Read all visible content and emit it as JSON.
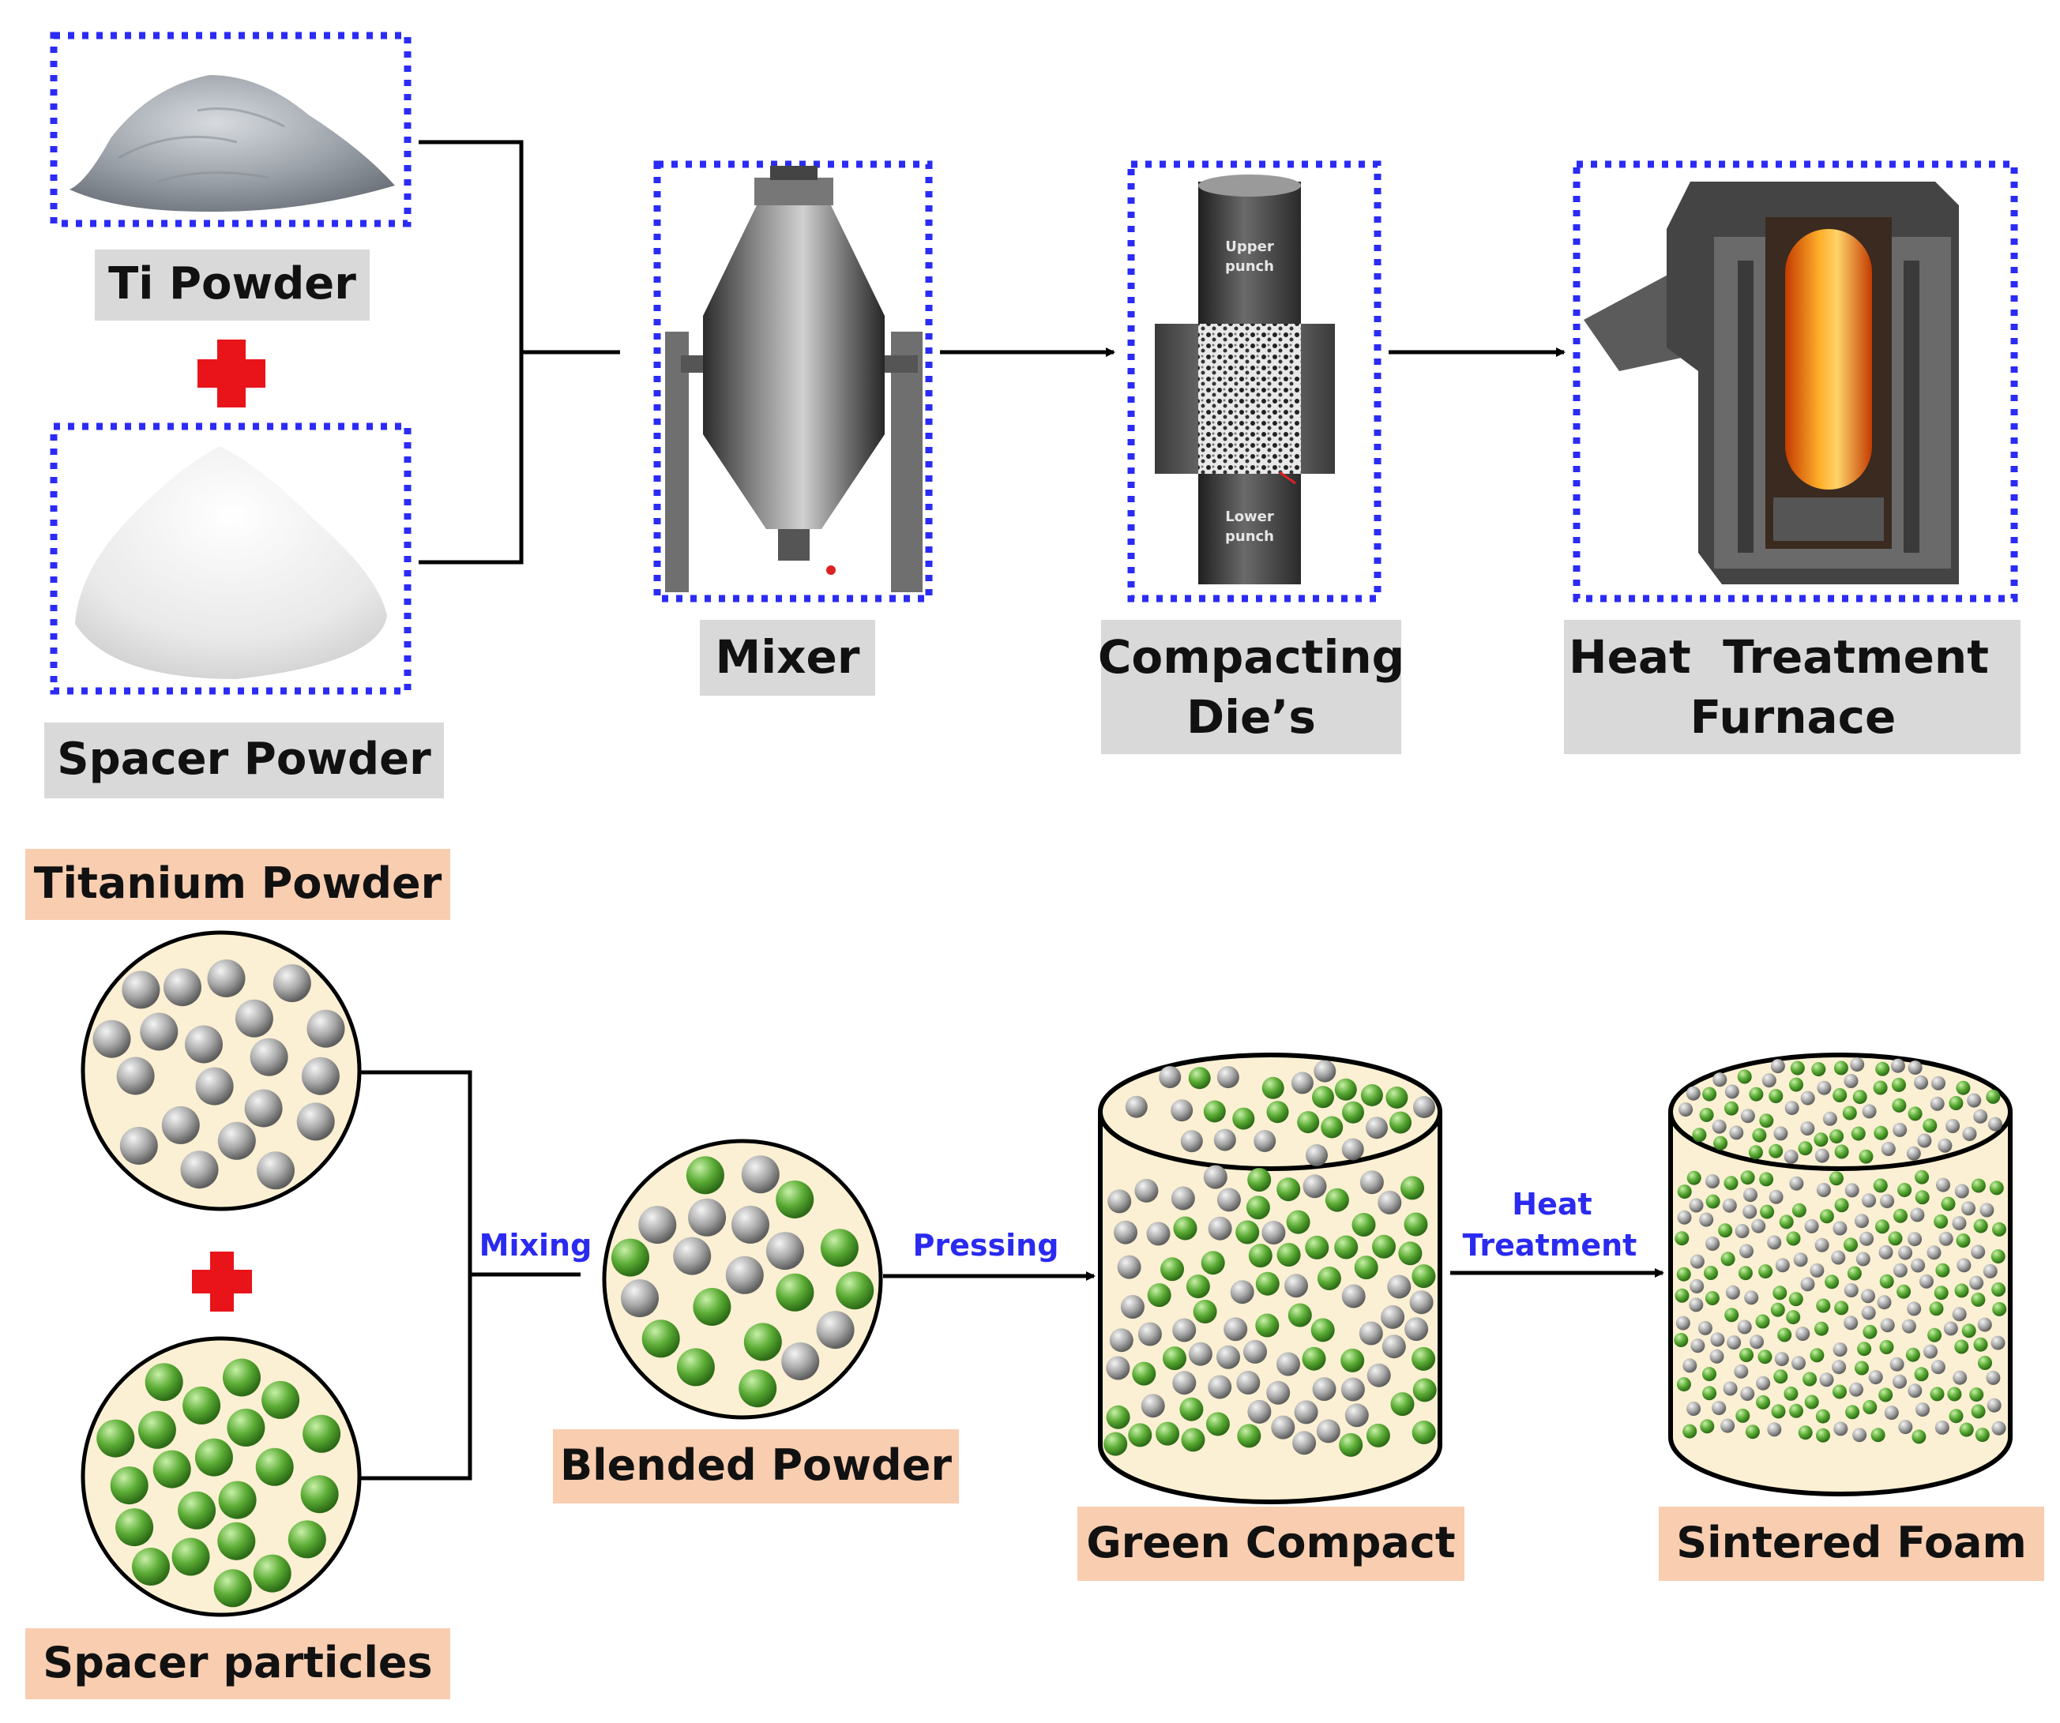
{
  "top_row": {
    "ti_powder_label": "Ti Powder",
    "spacer_powder_label": "Spacer Powder",
    "mixer_label": "Mixer",
    "compacting_label_line1": "Compacting",
    "compacting_label_line2": "Die’s",
    "upper_punch_line1": "Upper",
    "upper_punch_line2": "punch",
    "lower_punch_line1": "Lower",
    "lower_punch_line2": "punch",
    "furnace_label_line1": "Heat  Treatment",
    "furnace_label_line2": "Furnace"
  },
  "bottom_row": {
    "titanium_powder_label": "Titanium Powder",
    "spacer_particles_label": "Spacer particles",
    "blended_powder_label": "Blended Powder",
    "green_compact_label": "Green Compact",
    "sintered_foam_label": "Sintered Foam",
    "mixing_arrow_label": "Mixing",
    "pressing_arrow_label": "Pressing",
    "heat_treatment_line1": "Heat",
    "heat_treatment_line2": "Treatment"
  },
  "colors": {
    "frame_blue": "#2b2bf5",
    "label_gray_bg": "#d9d9d9",
    "label_peach_bg": "#f8cdb0",
    "plus_red": "#e8141a",
    "particle_bg": "#fbf0d3",
    "ti_particle": "#9a9a9a",
    "spacer_particle": "#5fae3c"
  }
}
